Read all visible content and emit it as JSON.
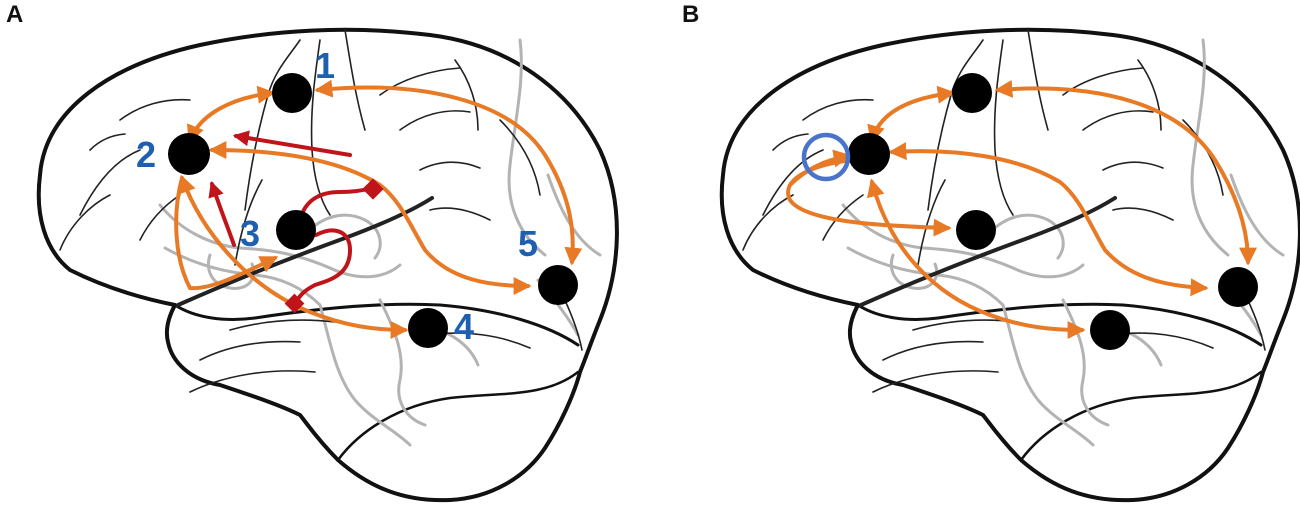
{
  "panels": [
    {
      "letter": "A",
      "node_labels": [
        "1",
        "2",
        "3",
        "4",
        "5"
      ]
    },
    {
      "letter": "B"
    }
  ],
  "colors": {
    "connection": "#E87A26",
    "inhibition": "#C0141B",
    "label": "#1F5FB0",
    "node": "#000000",
    "highlight": "#4A74C9"
  },
  "icons": {
    "node": "filled-circle",
    "highlight": "open-circle",
    "excitatory": "arrowhead",
    "inhibitory": "diamond-head"
  }
}
